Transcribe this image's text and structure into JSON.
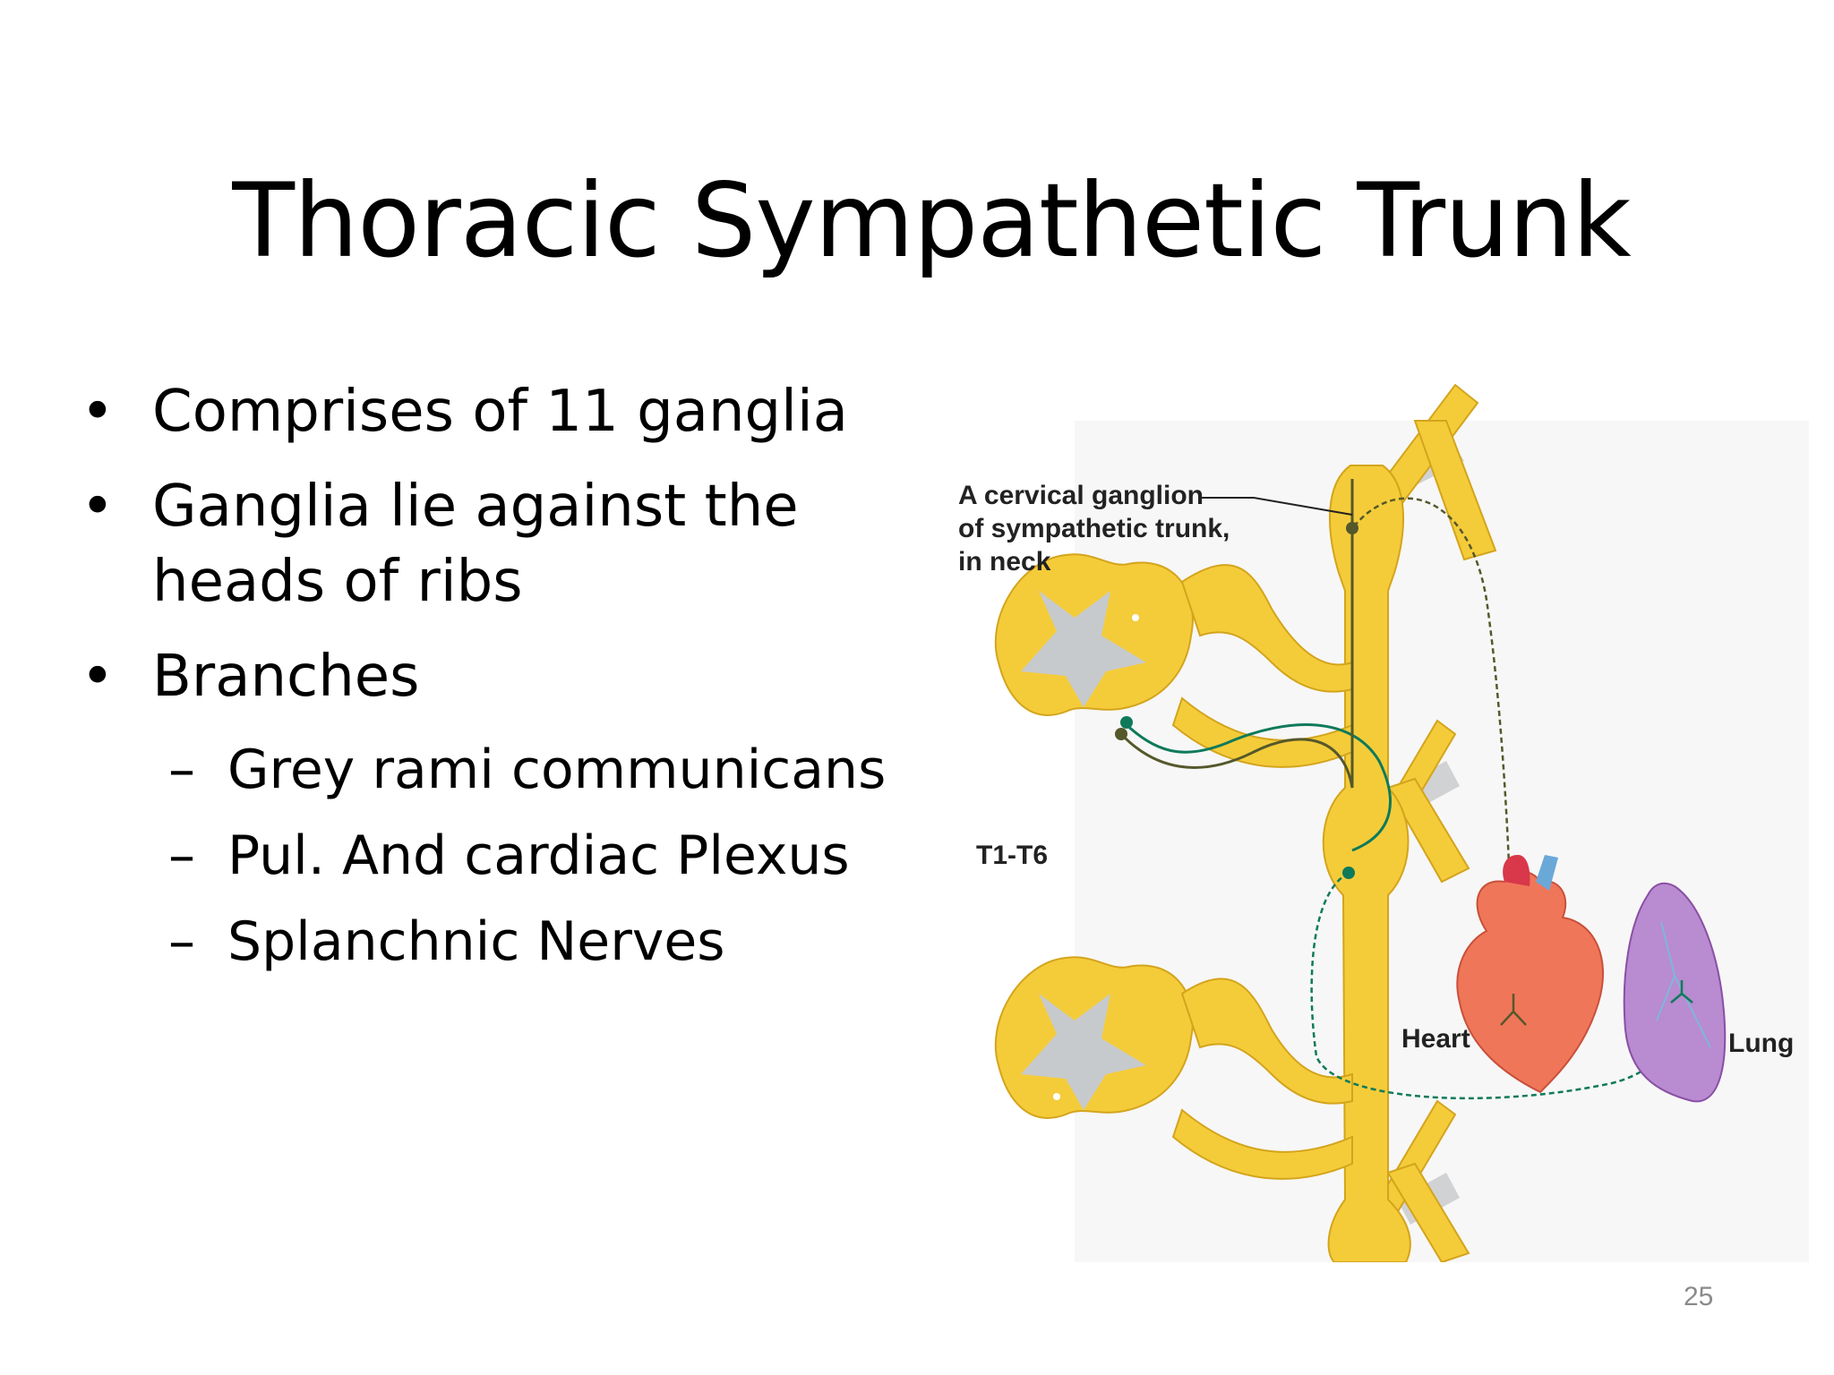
{
  "slide": {
    "title": "Thoracic Sympathetic Trunk",
    "bullets": [
      "Comprises of 11 ganglia",
      "Ganglia lie against the heads of ribs",
      "Branches"
    ],
    "sub_bullets": [
      "Grey rami communicans",
      "Pul. And cardiac Plexus",
      "Splanchnic Nerves"
    ],
    "dash": "–",
    "page_number": "25"
  },
  "figure": {
    "label_cervical_1": "A cervical ganglion",
    "label_cervical_2": "of sympathetic trunk,",
    "label_cervical_3": "in neck",
    "label_segments": "T1-T6",
    "label_heart": "Heart",
    "label_lung": "Lung",
    "colors": {
      "nerve": "#f4cc3a",
      "nerve_dark": "#d4a41c",
      "grey_matter": "#c7cacd",
      "fiber_green": "#0f7a5a",
      "fiber_olive": "#55582a",
      "heart": "#f0765a",
      "lung": "#a86bc0"
    }
  }
}
